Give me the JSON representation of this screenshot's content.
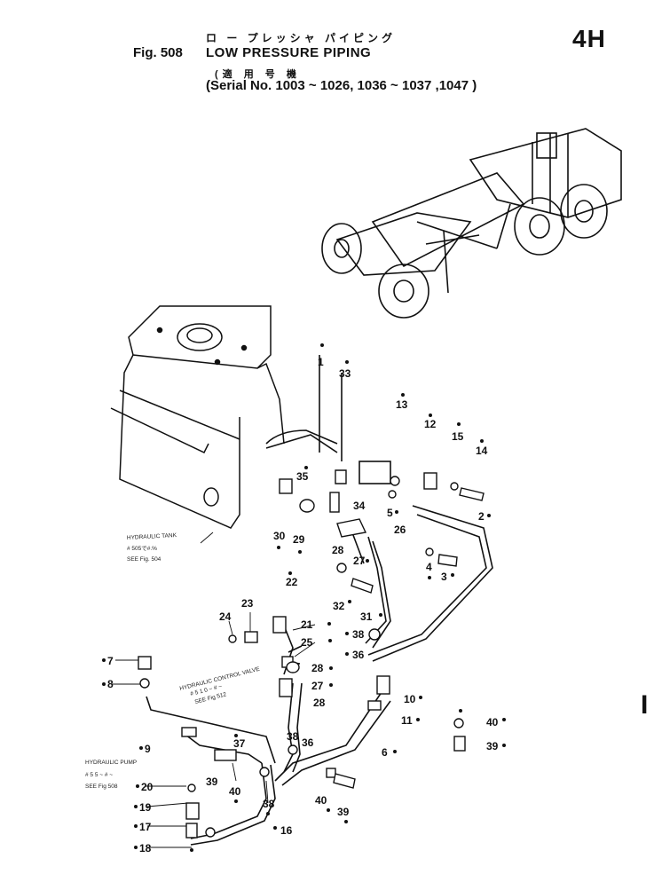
{
  "header": {
    "jp_title": "ロ ー プレッシャ パイピング",
    "fig_label": "Fig. 508",
    "title": "LOW PRESSURE PIPING",
    "jp_applicable": "(適 用 号 機",
    "serial": "(Serial No. 1003 ~ 1026, 1036 ~ 1037 ,1047 )",
    "page_code": "4H",
    "page_mark": "I"
  },
  "notes": {
    "tank_1": "HYDRAULIC TANK",
    "tank_2": "# 505で#.%",
    "tank_3": "SEE Fig. 504",
    "valve_1": "HYDRAULIC CONTROL VALVE",
    "valve_2": "# 5 1 0 ~ # ~",
    "valve_3": "SEE Fig 512",
    "pump_1": "HYDRAULIC PUMP",
    "pump_2": "# 5 5 ~ # ~",
    "pump_3": "SEE Fig 508"
  },
  "callouts": {
    "c1": "1",
    "c33": "33",
    "c13": "13",
    "c12": "12",
    "c15": "15",
    "c14": "14",
    "c35": "35",
    "c34": "34",
    "c5": "5",
    "c2": "2",
    "c26": "26",
    "c30": "30",
    "c29": "29",
    "c28a": "28",
    "c27a": "27",
    "c4": "4",
    "c3": "3",
    "c32": "32",
    "c31": "31",
    "c22": "22",
    "c24": "24",
    "c23": "23",
    "c21": "21",
    "c25": "25",
    "c38a": "38",
    "c36a": "36",
    "c28b": "28",
    "c27b": "27",
    "c28c": "28",
    "c10": "10",
    "c11": "11",
    "c40a": "40",
    "c39a": "39",
    "c7a": "7",
    "c8": "8",
    "c9": "9",
    "c37": "37",
    "c38b": "38",
    "c36b": "36",
    "c6": "6",
    "c39b": "39",
    "c40b": "40",
    "c38c": "38",
    "c40c": "40",
    "c39c": "39",
    "c20": "20",
    "c19": "19",
    "c17": "17",
    "c16": "16",
    "c18": "18"
  }
}
